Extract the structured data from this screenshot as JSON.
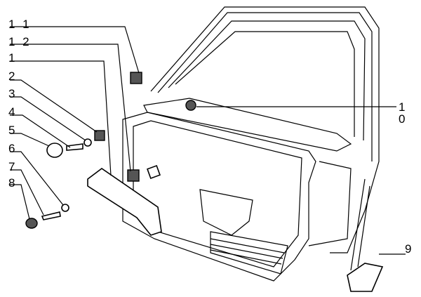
{
  "diagram": {
    "callouts": [
      {
        "id": "11",
        "label": "1 1"
      },
      {
        "id": "12",
        "label": "1 2"
      },
      {
        "id": "1",
        "label": "1"
      },
      {
        "id": "2",
        "label": "2"
      },
      {
        "id": "3",
        "label": "3"
      },
      {
        "id": "4",
        "label": "4"
      },
      {
        "id": "5",
        "label": "5"
      },
      {
        "id": "6",
        "label": "6"
      },
      {
        "id": "7",
        "label": "7"
      },
      {
        "id": "8",
        "label": "8"
      },
      {
        "id": "10",
        "label": "1 0"
      },
      {
        "id": "9",
        "label": "9"
      }
    ]
  }
}
